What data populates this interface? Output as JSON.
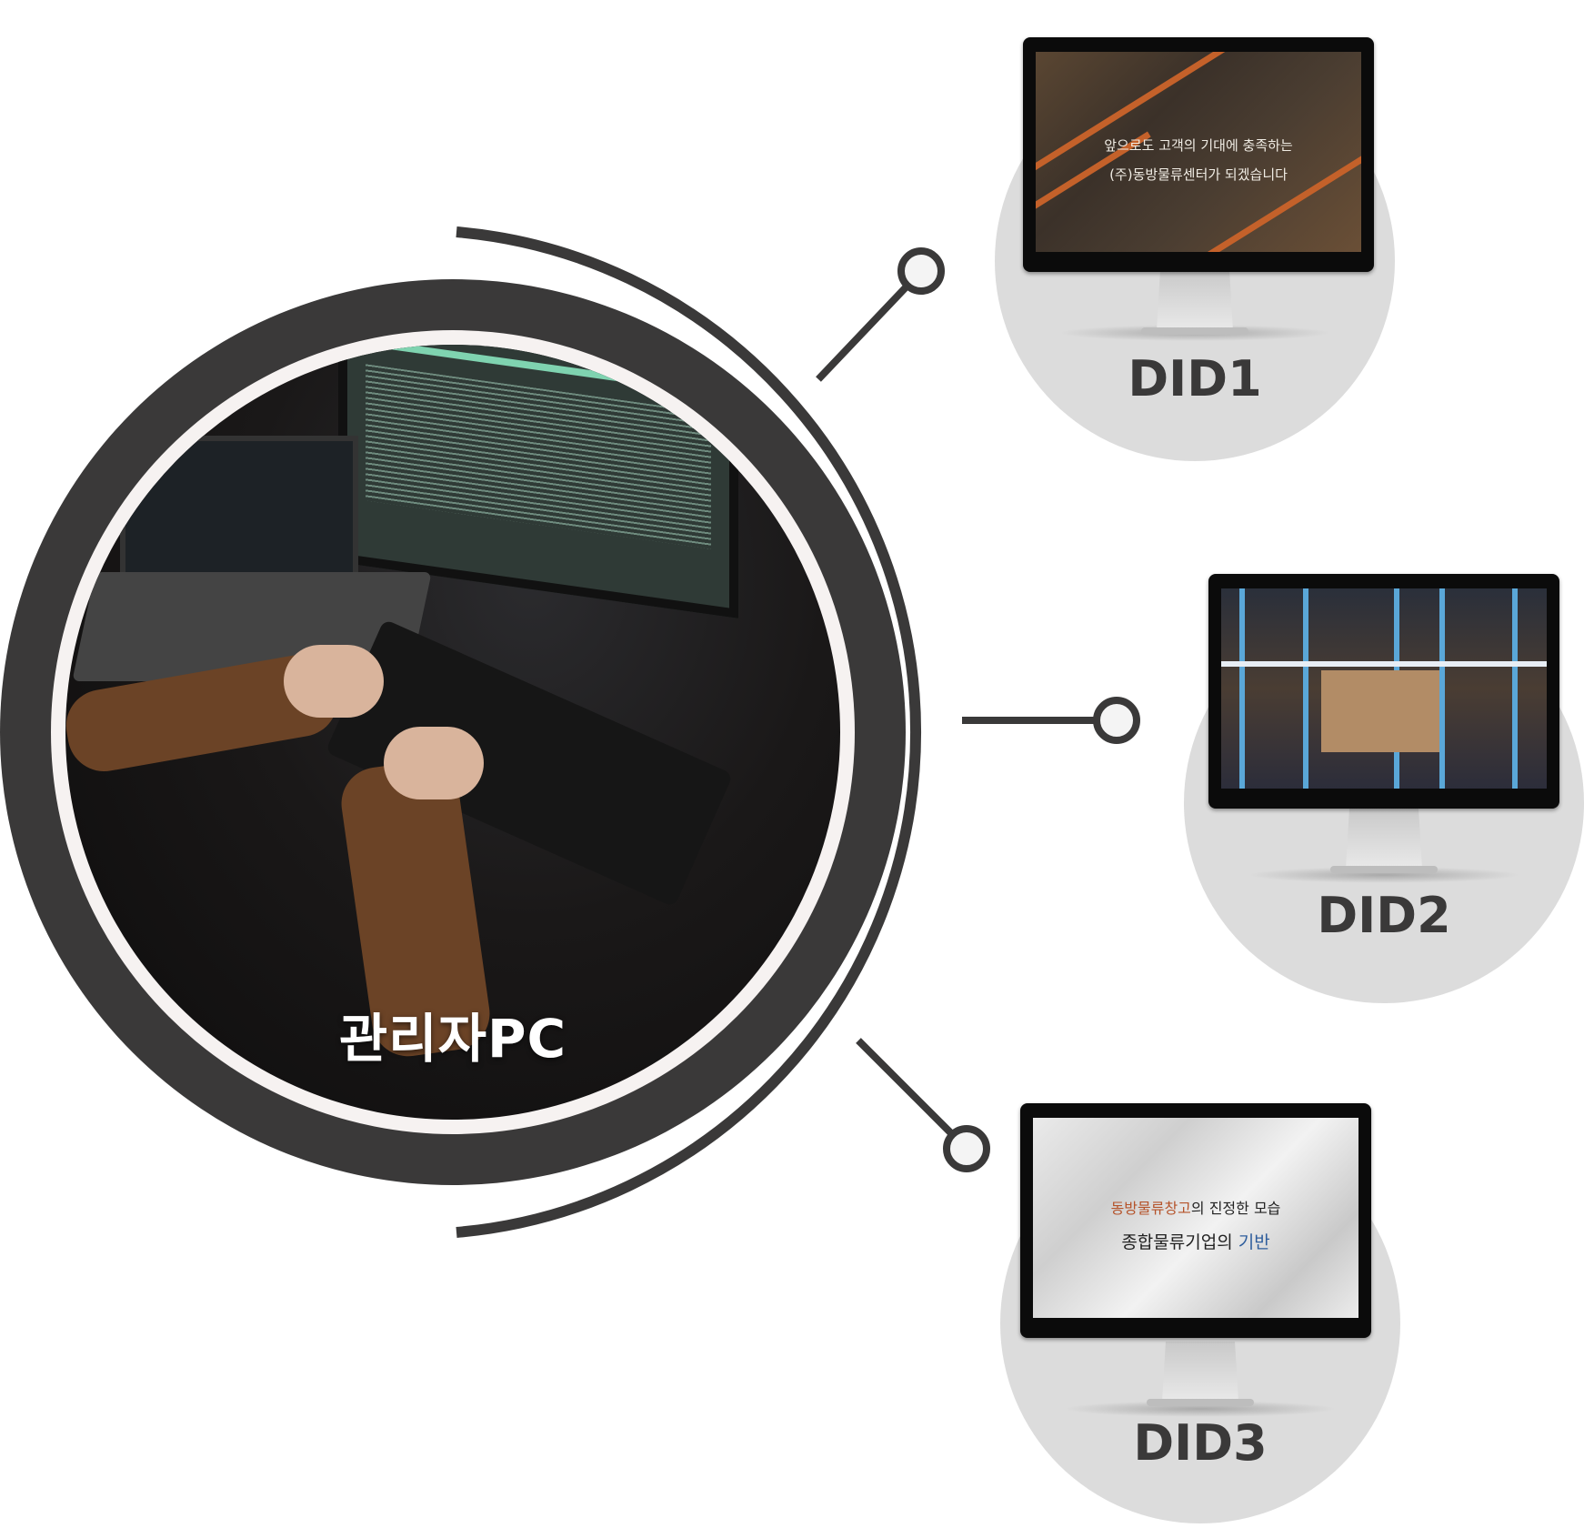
{
  "admin_pc": {
    "label": "관리자PC"
  },
  "displays": [
    {
      "label": "DID1",
      "screen_lines": [
        "앞으로도 고객의 기대에 충족하는",
        "(주)동방물류센터가 되겠습니다"
      ]
    },
    {
      "label": "DID2",
      "screen_lines": []
    },
    {
      "label": "DID3",
      "screen_lines_parts": [
        {
          "highlight": "동방물류창고",
          "rest": "의 진정한 모습"
        },
        {
          "rest": "종합물류기업의 ",
          "highlight": "기반"
        }
      ]
    }
  ],
  "colors": {
    "ring": "#3a3939",
    "disc": "#dcdcdc",
    "highlight_orange": "#b5532a",
    "highlight_blue": "#2e5d9c"
  }
}
